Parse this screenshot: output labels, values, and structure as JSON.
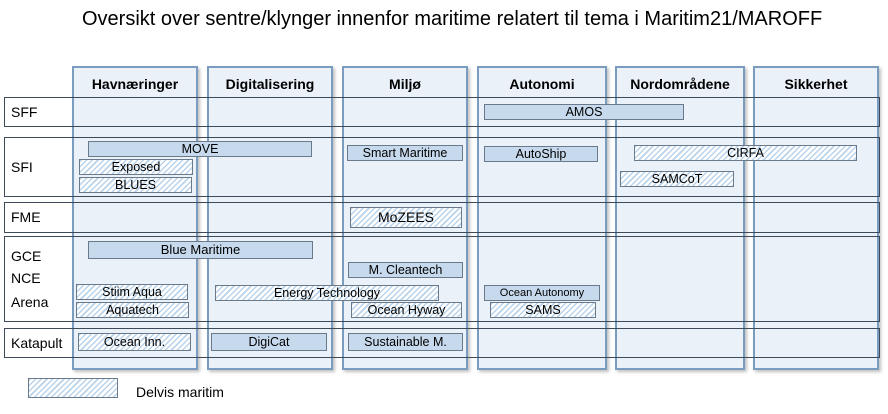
{
  "title": "Oversikt over sentre/klynger innenfor maritime relatert til tema i Maritim21/MAROFF",
  "columns": [
    "Havnæringer",
    "Digitalisering",
    "Miljø",
    "Autonomi",
    "Nordområdene",
    "Sikkerhet"
  ],
  "rows": {
    "sff": "SFF",
    "sfi": "SFI",
    "fme": "FME",
    "gce": "GCE",
    "nce": "NCE",
    "arena": "Arena",
    "katapult": "Katapult"
  },
  "bars": {
    "amos": {
      "label": "AMOS",
      "style": "solid"
    },
    "move": {
      "label": "MOVE",
      "style": "solid"
    },
    "exposed": {
      "label": "Exposed",
      "style": "hatch"
    },
    "blues": {
      "label": "BLUES",
      "style": "hatch"
    },
    "smart_maritime": {
      "label": "Smart Maritime",
      "style": "solid"
    },
    "autoship": {
      "label": "AutoShip",
      "style": "solid"
    },
    "cirfa": {
      "label": "CIRFA",
      "style": "hatch"
    },
    "samcot": {
      "label": "SAMCoT",
      "style": "hatch"
    },
    "mozees": {
      "label": "MoZEES",
      "style": "hatch"
    },
    "blue_maritime": {
      "label": "Blue Maritime",
      "style": "solid"
    },
    "m_cleantech": {
      "label": "M. Cleantech",
      "style": "solid"
    },
    "stiim_aqua": {
      "label": "Stiim Aqua",
      "style": "hatch"
    },
    "energy_technology": {
      "label": "Energy Technology",
      "style": "hatch"
    },
    "ocean_autonomy": {
      "label": "Ocean Autonomy",
      "style": "solid"
    },
    "aquatech": {
      "label": "Aquatech",
      "style": "hatch"
    },
    "ocean_hyway": {
      "label": "Ocean Hyway",
      "style": "hatch"
    },
    "sams": {
      "label": "SAMS",
      "style": "hatch"
    },
    "ocean_inn": {
      "label": "Ocean Inn.",
      "style": "hatch"
    },
    "digicat": {
      "label": "DigiCat",
      "style": "solid"
    },
    "sustainable_m": {
      "label": "Sustainable M.",
      "style": "solid"
    }
  },
  "legend": {
    "label": "Delvis maritim",
    "style": "hatch"
  },
  "colors": {
    "column_fill": "#eaf1f8",
    "column_border": "#7a9cbf",
    "bar_fill": "#c7d9ec",
    "hatch": "#b9d3ea"
  }
}
